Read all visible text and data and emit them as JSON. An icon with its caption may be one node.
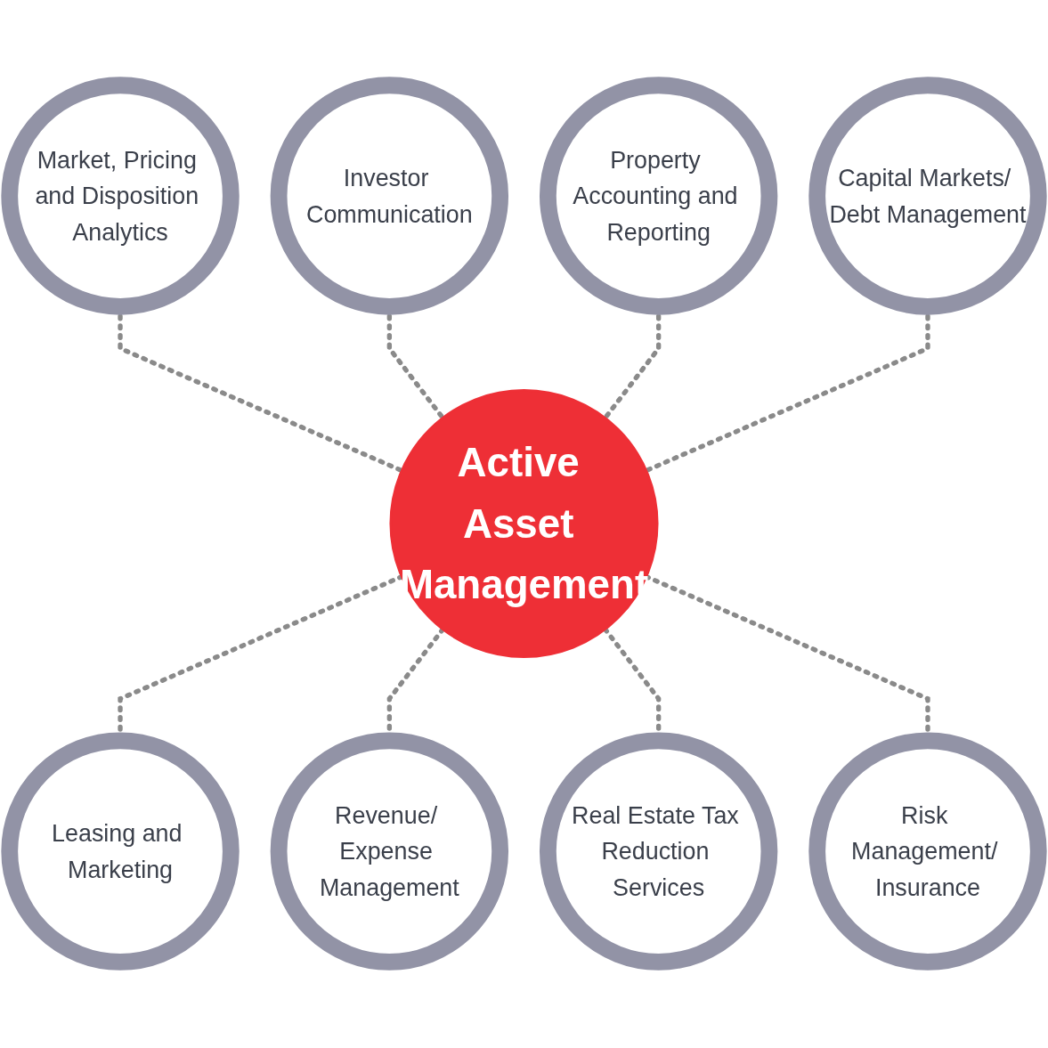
{
  "diagram": {
    "nodes": [
      {
        "text": [
          "Property Accounting and Reporting"
        ]
      },
      {
        "text": [
          "Investor Communication"
        ]
      },
      {
        "text": [
          "Capital Markets/ Debt Management"
        ]
      },
      {
        "text": [
          "Market, Pricing and Disposition Analytics"
        ]
      },
      {
        "text": [
          "Active Asset Management"
        ]
      },
      {
        "text": [
          "Risk Management/ Insurance"
        ]
      },
      {
        "text": [
          "Leasing and Marketing"
        ]
      },
      {
        "text": [
          "Real Estate Tax Reduction Services"
        ]
      },
      {
        "text": [
          "Revenue/ Expense Management"
        ]
      }
    ],
    "edges": [
      {
        "from": 3,
        "to": 4,
        "arrow": "none",
        "style": "dashed"
      },
      {
        "from": 1,
        "to": 4,
        "arrow": "none",
        "style": "dashed"
      },
      {
        "from": 0,
        "to": 4,
        "arrow": "none",
        "style": "dashed"
      },
      {
        "from": 2,
        "to": 4,
        "arrow": "none",
        "style": "dashed"
      },
      {
        "from": 4,
        "to": 6,
        "arrow": "none",
        "style": "dashed"
      },
      {
        "from": 4,
        "to": 8,
        "arrow": "none",
        "style": "dashed"
      },
      {
        "from": 4,
        "to": 7,
        "arrow": "none",
        "style": "dashed"
      },
      {
        "from": 4,
        "to": 5,
        "arrow": "none",
        "style": "dashed"
      }
    ]
  }
}
